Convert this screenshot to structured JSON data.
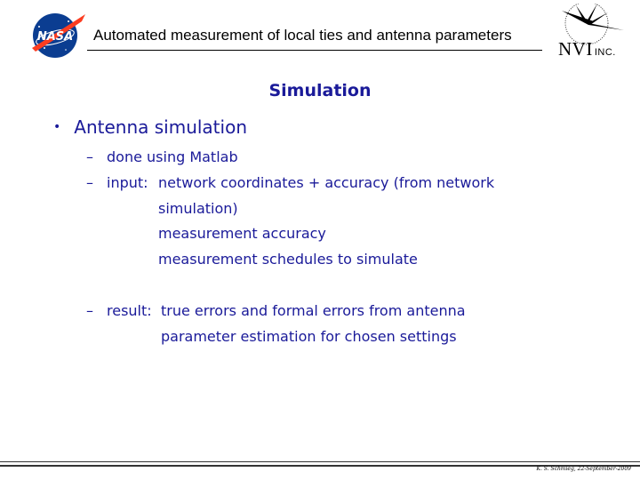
{
  "header": {
    "title": "Automated measurement of local ties and antenna parameters",
    "nasa_logo_text": "NASA",
    "nvi_logo_text": "NVI",
    "nvi_logo_suffix": "INC."
  },
  "slide": {
    "title": "Simulation",
    "bullet": "Antenna simulation",
    "items": [
      {
        "dash": "–",
        "text": "done using Matlab"
      },
      {
        "dash": "–",
        "label": "input:",
        "lines": [
          "network coordinates + accuracy (from network",
          "simulation)",
          "measurement accuracy",
          "measurement schedules to simulate"
        ]
      },
      {
        "dash": "–",
        "label": "result:",
        "lines": [
          "true errors and formal errors from antenna",
          "parameter estimation for chosen settings"
        ]
      }
    ]
  },
  "footer": {
    "text": "K. S. Schmieg, 22-September-2009"
  },
  "colors": {
    "accent": "#1a1a99",
    "nasa_blue": "#0b3d91",
    "nasa_red": "#fc3d21"
  },
  "icons": {
    "nasa": "nasa-meatball-logo",
    "nvi": "nvi-starburst-logo"
  }
}
